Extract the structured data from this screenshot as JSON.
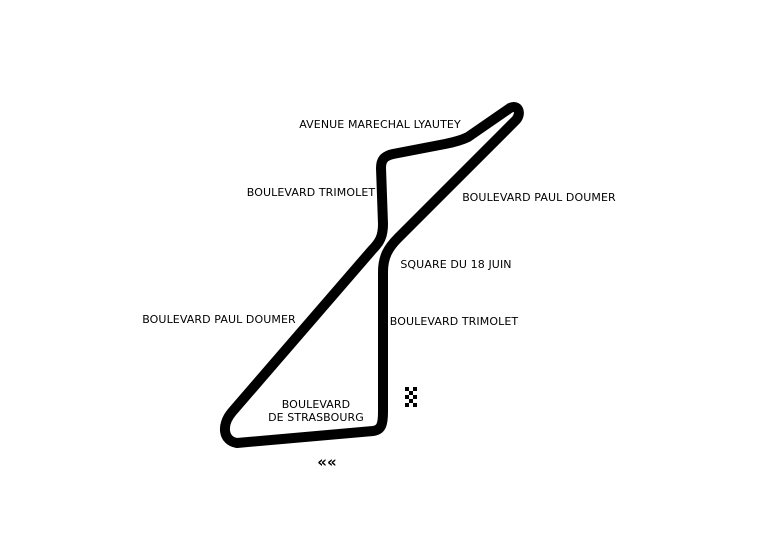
{
  "map": {
    "colors": {
      "track": "#000000",
      "label": "#000000",
      "background": "#ffffff"
    },
    "icons": {
      "finish": "checkered-flag-icon",
      "direction": "direction-chevrons-icon"
    },
    "direction_glyph": "««",
    "labels": {
      "avenue_marechal_lyautey": "AVENUE MARECHAL LYAUTEY",
      "boulevard_trimolet_upper": "BOULEVARD TRIMOLET",
      "boulevard_paul_doumer_right": "BOULEVARD PAUL DOUMER",
      "square_du_18_juin": "SQUARE DU 18 JUIN",
      "boulevard_paul_doumer_left": "BOULEVARD PAUL DOUMER",
      "boulevard_trimolet_lower": "BOULEVARD TRIMOLET",
      "boulevard_strasbourg_line1": "BOULEVARD",
      "boulevard_strasbourg_line2": "DE STRASBOURG"
    }
  }
}
